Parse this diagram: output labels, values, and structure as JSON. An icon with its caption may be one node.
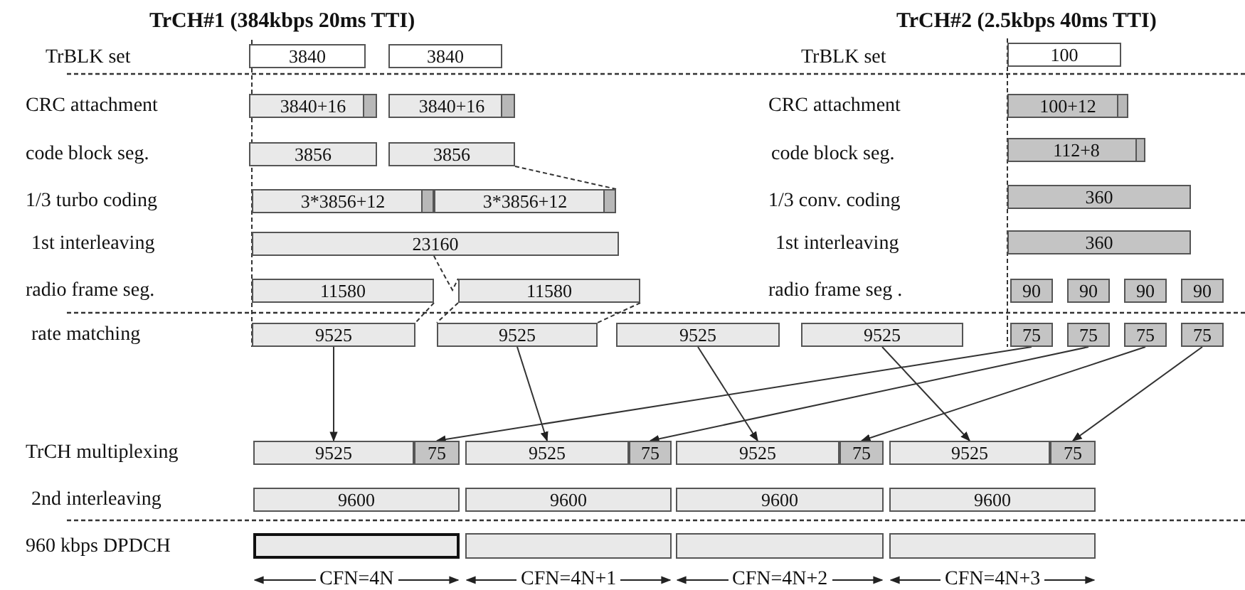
{
  "diagram": {
    "nodes": [
      {
        "text": [
          "3840"
        ]
      },
      {
        "text": [
          "3840"
        ]
      },
      {
        "text": [
          "3840+16"
        ]
      },
      {
        "text": [
          "3840+16"
        ]
      },
      {
        "text": [
          "3856"
        ]
      },
      {
        "text": [
          "3856"
        ]
      },
      {
        "text": [
          "3*3856+12"
        ]
      },
      {
        "text": [
          "3*3856+12"
        ]
      },
      {
        "text": [
          "23160"
        ]
      },
      {
        "text": [
          "11580"
        ]
      },
      {
        "text": [
          "11580"
        ]
      },
      {
        "text": [
          "9525"
        ]
      },
      {
        "text": [
          "9525"
        ]
      },
      {
        "text": [
          "9525"
        ]
      },
      {
        "text": [
          "9525"
        ]
      },
      {
        "text": [
          "100"
        ]
      },
      {
        "text": [
          "100+12"
        ]
      },
      {
        "text": [
          "112+8"
        ]
      },
      {
        "text": [
          "360"
        ]
      },
      {
        "text": [
          "360"
        ]
      },
      {
        "text": [
          "90"
        ]
      },
      {
        "text": [
          "90"
        ]
      },
      {
        "text": [
          "90"
        ]
      },
      {
        "text": [
          "90"
        ]
      },
      {
        "text": [
          "75"
        ]
      },
      {
        "text": [
          "75"
        ]
      },
      {
        "text": [
          "75"
        ]
      },
      {
        "text": [
          "75"
        ]
      },
      {
        "text": [
          "9525"
        ]
      },
      {
        "text": [
          "75"
        ]
      },
      {
        "text": [
          "9525"
        ]
      },
      {
        "text": [
          "75"
        ]
      },
      {
        "text": [
          "9525"
        ]
      },
      {
        "text": [
          "75"
        ]
      },
      {
        "text": [
          "9525"
        ]
      },
      {
        "text": [
          "75"
        ]
      },
      {
        "text": [
          "9600"
        ]
      },
      {
        "text": [
          "9600"
        ]
      },
      {
        "text": [
          "9600"
        ]
      },
      {
        "text": [
          "9600"
        ]
      },
      {
        "text": [],
        "shape": "box"
      },
      {
        "text": [],
        "shape": "box"
      },
      {
        "text": [],
        "shape": "box"
      },
      {
        "text": [],
        "shape": "box"
      }
    ],
    "edges": [
      {
        "from": 5,
        "to": 7,
        "arrow": "none",
        "style": "dashed"
      },
      {
        "from": 8,
        "to": 10,
        "arrow": "none",
        "style": "dashed"
      },
      {
        "from": 9,
        "to": 11,
        "arrow": "none",
        "style": "dashed"
      },
      {
        "from": 10,
        "to": 12,
        "arrow": "none",
        "style": "dashed"
      },
      {
        "from": 10,
        "to": 12,
        "arrow": "none",
        "style": "dashed"
      },
      {
        "from": 11,
        "to": 28,
        "arrow": "to"
      },
      {
        "from": 12,
        "to": 30,
        "arrow": "to"
      },
      {
        "from": 13,
        "to": 32,
        "arrow": "to"
      },
      {
        "from": 14,
        "to": 34,
        "arrow": "to"
      },
      {
        "from": 24,
        "to": 29,
        "arrow": "to"
      },
      {
        "from": 25,
        "to": 31,
        "arrow": "to"
      },
      {
        "from": 26,
        "to": 33,
        "arrow": "to"
      },
      {
        "from": 27,
        "to": 35,
        "arrow": "to"
      }
    ],
    "labels": [
      "TrCH#1 (384kbps 20ms TTI)",
      "TrCH#2 (2.5kbps 40ms TTI)",
      "TrBLK set",
      "TrBLK set",
      "CRC attachment",
      "CRC attachment",
      "code block seg.",
      "code block seg.",
      "1/3 turbo coding",
      "1/3 conv. coding",
      "1st interleaving",
      "1st interleaving",
      "radio frame seg.",
      "radio frame seg .",
      "rate matching",
      "TrCH multiplexing",
      "2nd interleaving",
      "960 kbps DPDCH",
      "CFN=4N",
      "CFN=4N+1",
      "CFN=4N+2",
      "CFN=4N+3"
    ]
  }
}
